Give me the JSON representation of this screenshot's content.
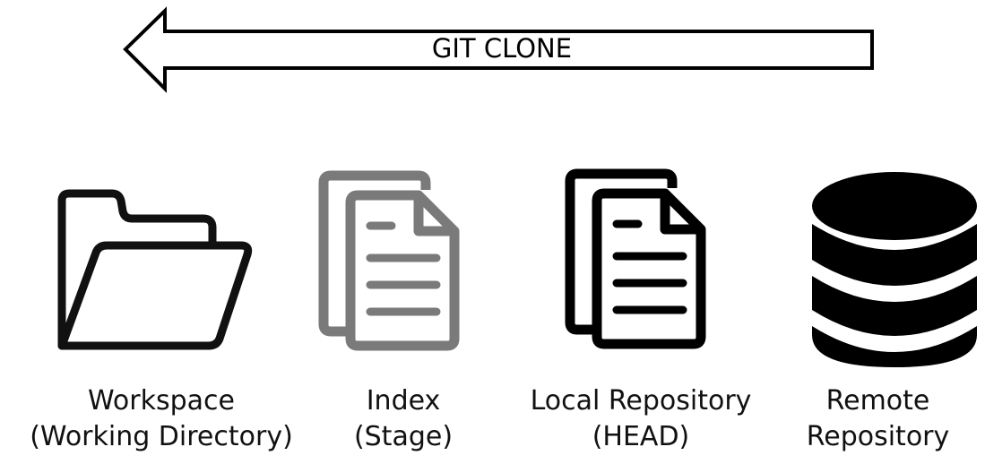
{
  "arrow": {
    "label": "GIT CLONE",
    "direction": "left"
  },
  "nodes": [
    {
      "icon": "folder-open-icon",
      "line1": "Workspace",
      "line2": "(Working Directory)",
      "color": "#111111"
    },
    {
      "icon": "document-stack-icon",
      "line1": "Index",
      "line2": "(Stage)",
      "color": "#7a7a7a"
    },
    {
      "icon": "document-stack-icon",
      "line1": "Local Repository",
      "line2": "(HEAD)",
      "color": "#000000"
    },
    {
      "icon": "database-icon",
      "line1": "Remote",
      "line2": "Repository",
      "color": "#000000"
    }
  ]
}
